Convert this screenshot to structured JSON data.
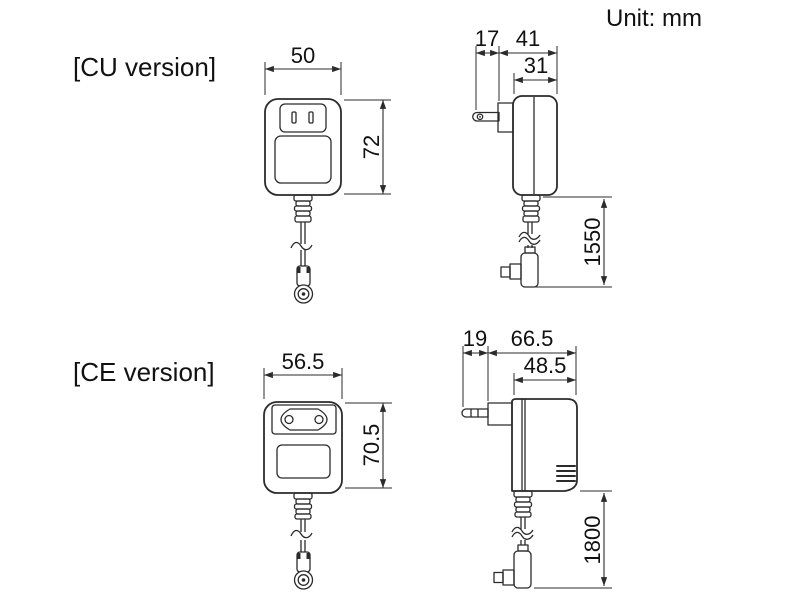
{
  "unit_label": "Unit: mm",
  "cu": {
    "label": "[CU version]",
    "front": {
      "width_mm": "50",
      "height_mm": "72"
    },
    "side": {
      "plug_depth_mm": "17",
      "body_depth_mm": "41",
      "upper_body_depth_mm": "31",
      "cable_length_mm": "1550"
    }
  },
  "ce": {
    "label": "[CE version]",
    "front": {
      "width_mm": "56.5",
      "height_mm": "70.5"
    },
    "side": {
      "plug_depth_mm": "19",
      "body_depth_mm": "66.5",
      "upper_body_depth_mm": "48.5",
      "cable_length_mm": "1800"
    }
  },
  "colors": {
    "line": "#2b2b2b",
    "ink": "#111111",
    "background": "#ffffff"
  }
}
